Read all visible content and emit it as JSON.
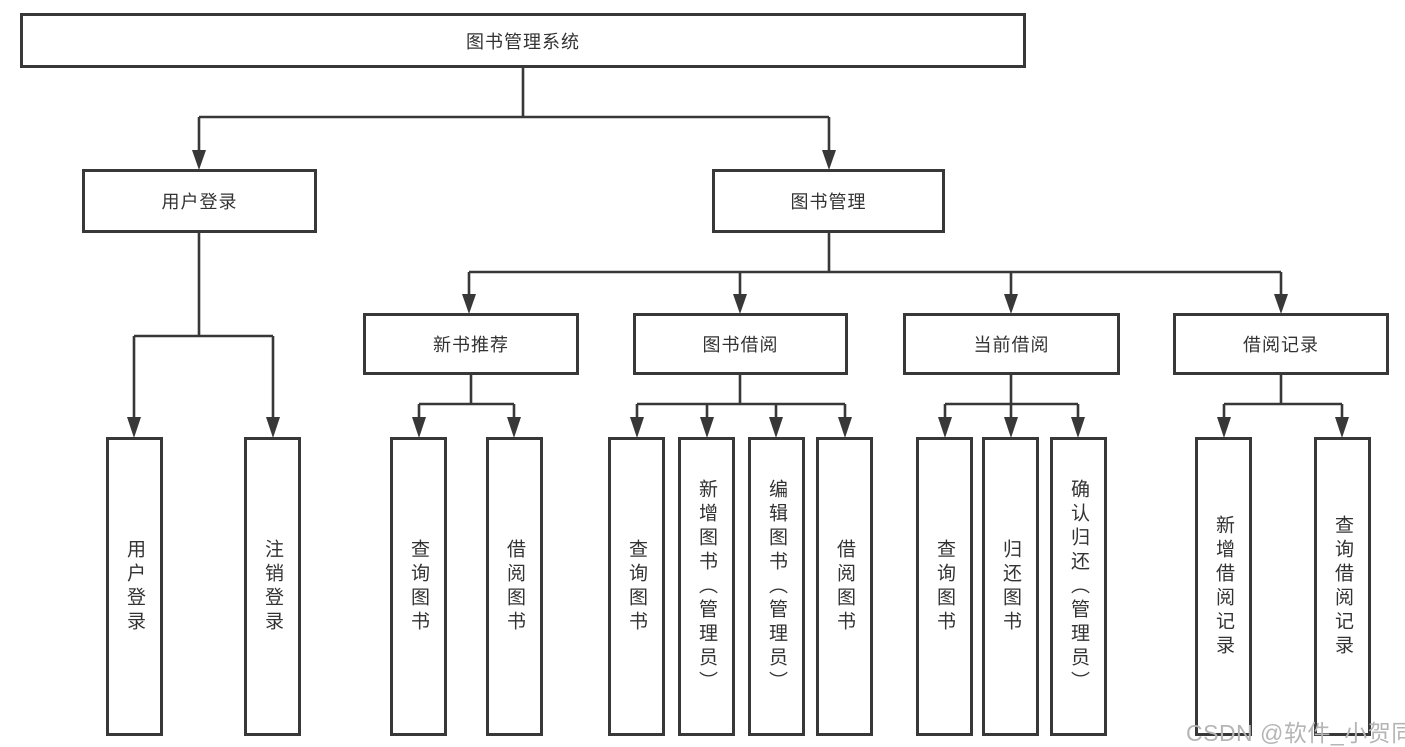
{
  "tree": {
    "root": {
      "label": "图书管理系统"
    },
    "login": {
      "label": "用户登录",
      "children": [
        {
          "label": "用户登录"
        },
        {
          "label": "注销登录"
        }
      ]
    },
    "mgmt": {
      "label": "图书管理",
      "children": [
        {
          "label": "新书推荐",
          "children": [
            {
              "label": "查询图书"
            },
            {
              "label": "借阅图书"
            }
          ]
        },
        {
          "label": "图书借阅",
          "children": [
            {
              "label": "查询图书"
            },
            {
              "label": "新增图书（管理员）"
            },
            {
              "label": "编辑图书（管理员）"
            },
            {
              "label": "借阅图书"
            }
          ]
        },
        {
          "label": "当前借阅",
          "children": [
            {
              "label": "查询图书"
            },
            {
              "label": "归还图书"
            },
            {
              "label": "确认归还（管理员）"
            }
          ]
        },
        {
          "label": "借阅记录",
          "children": [
            {
              "label": "新增借阅记录"
            },
            {
              "label": "查询借阅记录"
            }
          ]
        }
      ]
    }
  },
  "watermark": {
    "text": "CSDN @软件_小贺同学"
  },
  "colors": {
    "line": "#383838",
    "box_border": "#383838",
    "text": "#333333",
    "watermark": "#b5b5b5",
    "background": "#ffffff"
  }
}
